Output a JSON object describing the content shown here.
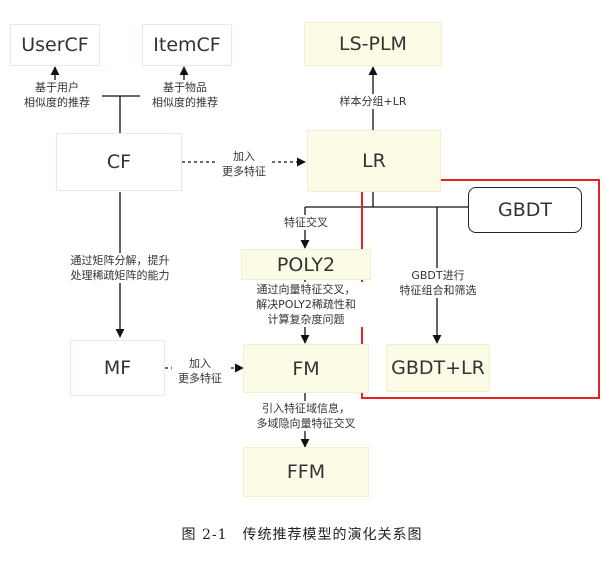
{
  "nodes": {
    "usercf": "UserCF",
    "itemcf": "ItemCF",
    "lsplm": "LS-PLM",
    "cf": "CF",
    "lr": "LR",
    "gbdt": "GBDT",
    "poly2": "POLY2",
    "mf": "MF",
    "fm": "FM",
    "gbdtlr": "GBDT+LR",
    "ffm": "FFM"
  },
  "labels": {
    "user_based": [
      "基于用户",
      "相似度的推荐"
    ],
    "item_based": [
      "基于物品",
      "相似度的推荐"
    ],
    "sample_grouping": "样本分组+LR",
    "cf_to_lr": [
      "加入",
      "更多特征"
    ],
    "feature_cross": "特征交叉",
    "matrix_factorization": [
      "通过矩阵分解，提升",
      "处理稀疏矩阵的能力"
    ],
    "poly2_to_fm": [
      "通过向量特征交叉，",
      "解决POLY2稀疏性和",
      "计算复杂度问题"
    ],
    "mf_to_fm": [
      "加入",
      "更多特征"
    ],
    "gbdt_select": [
      "GBDT进行",
      "特征组合和筛选"
    ],
    "fm_to_ffm": [
      "引入特征域信息，",
      "多域隐向量特征交叉"
    ]
  },
  "caption": "图 2-1　传统推荐模型的演化关系图",
  "colors": {
    "highlight": "#e8231f",
    "cf_box_border": "#d8eef3",
    "lr_box_fill": "#fbfbe6"
  }
}
